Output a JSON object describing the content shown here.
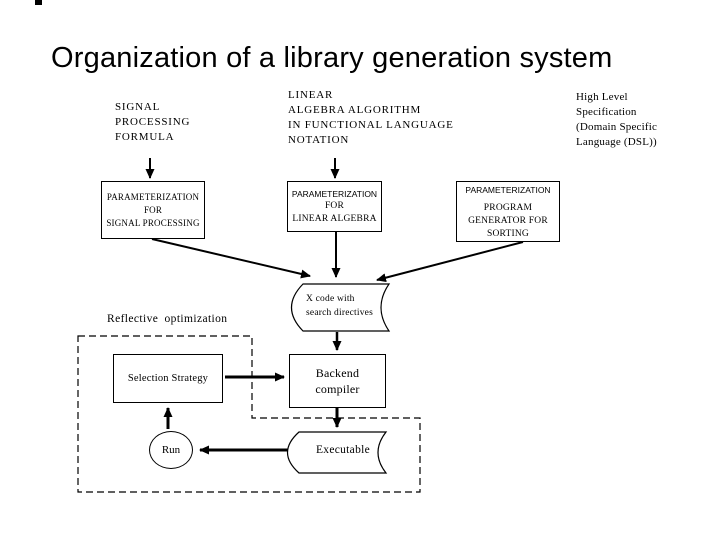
{
  "title": "Organization of a library generation system",
  "colors": {
    "ink": "#000000",
    "background": "#ffffff"
  },
  "inputs": {
    "signal_formula": {
      "lines": [
        "SIGNAL",
        "PROCESSING",
        "FORMULA"
      ]
    },
    "linear_algebra": {
      "lines": [
        "LINEAR",
        "ALGEBRA ALGORITHM",
        "IN FUNCTIONAL LANGUAGE",
        "NOTATION"
      ]
    },
    "high_level_spec": {
      "lines": [
        "High Level",
        "Specification",
        "(Domain Specific",
        "Language (DSL))"
      ]
    }
  },
  "generators": {
    "signal": {
      "lines": [
        "PARAMETERIZATION",
        "FOR",
        "SIGNAL PROCESSING"
      ]
    },
    "linear": {
      "lines": [
        "PARAMETERIZATION",
        "FOR",
        "LINEAR ALGEBRA"
      ]
    },
    "sorting": {
      "heading": "PARAMETERIZATION",
      "lines": [
        "PROGRAM",
        "GENERATOR FOR",
        "SORTING"
      ]
    }
  },
  "artifacts": {
    "xcode": {
      "lines": [
        "X code with",
        "search directives"
      ]
    },
    "executable": {
      "label": "Executable"
    }
  },
  "optimization": {
    "region_label": "Reflective optimization",
    "selection_strategy": "Selection Strategy",
    "backend_compiler": {
      "lines": [
        "Backend",
        "compiler"
      ]
    },
    "run": "Run"
  }
}
